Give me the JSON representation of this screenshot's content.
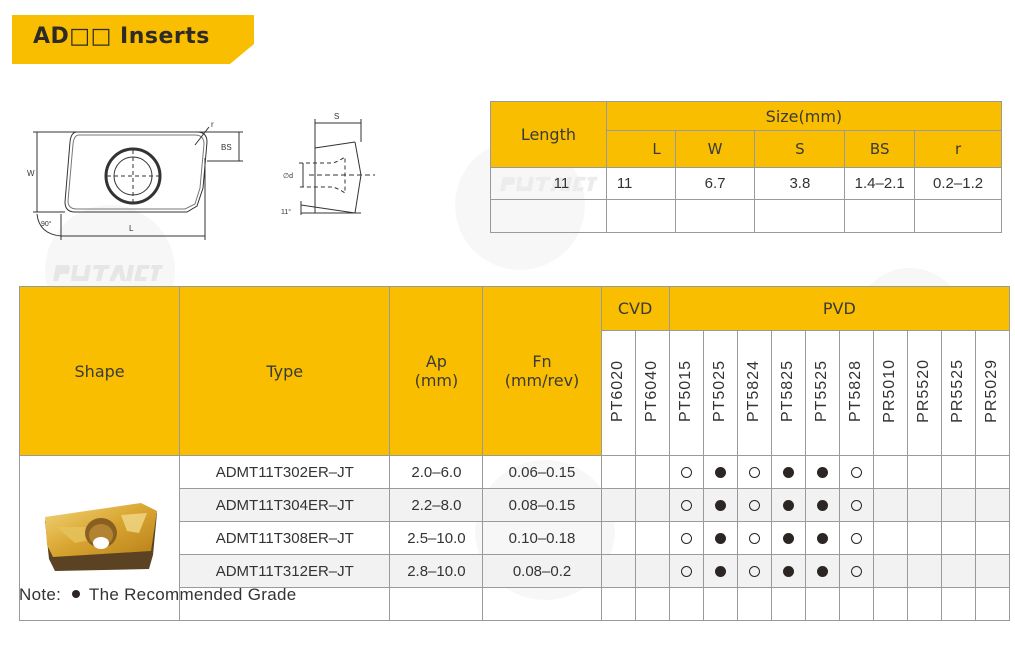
{
  "title": "AD□□ Inserts",
  "brand": {
    "accent": "#f9be00",
    "watermark": "PUTAICT"
  },
  "drawing_labels": {
    "top_view": {
      "W": "W",
      "L": "L",
      "BS": "BS",
      "r": "r",
      "angle": "90°"
    },
    "side_view": {
      "S": "S",
      "d": "∅d",
      "angle": "11°"
    }
  },
  "size_table": {
    "length_header": "Length",
    "size_header": "Size(mm)",
    "columns": [
      "L",
      "W",
      "S",
      "BS",
      "r"
    ],
    "rows": [
      {
        "length": "11",
        "values": [
          "11",
          "6.7",
          "3.8",
          "1.4–2.1",
          "0.2–1.2"
        ]
      }
    ]
  },
  "main_table": {
    "headers": {
      "shape": "Shape",
      "type": "Type",
      "ap": "Ap",
      "ap_unit": "(mm)",
      "fn": "Fn",
      "fn_unit": "(mm/rev)",
      "cvd": "CVD",
      "pvd": "PVD"
    },
    "cvd_grades": [
      "PT6020",
      "PT6040"
    ],
    "pvd_grades": [
      "PT5015",
      "PT5025",
      "PT5824",
      "PT5825",
      "PT5525",
      "PT5828",
      "PR5010",
      "PR5520",
      "PR5525",
      "PR5029"
    ],
    "rows": [
      {
        "type": "ADMT11T302ER–JT",
        "ap": "2.0–6.0",
        "fn": "0.06–0.15",
        "grades": [
          "",
          "",
          "open",
          "filled",
          "open",
          "filled",
          "filled",
          "open",
          "",
          "",
          "",
          ""
        ]
      },
      {
        "type": "ADMT11T304ER–JT",
        "ap": "2.2–8.0",
        "fn": "0.08–0.15",
        "grades": [
          "",
          "",
          "open",
          "filled",
          "open",
          "filled",
          "filled",
          "open",
          "",
          "",
          "",
          ""
        ]
      },
      {
        "type": "ADMT11T308ER–JT",
        "ap": "2.5–10.0",
        "fn": "0.10–0.18",
        "grades": [
          "",
          "",
          "open",
          "filled",
          "open",
          "filled",
          "filled",
          "open",
          "",
          "",
          "",
          ""
        ]
      },
      {
        "type": "ADMT11T312ER–JT",
        "ap": "2.8–10.0",
        "fn": "0.08–0.2",
        "grades": [
          "",
          "",
          "open",
          "filled",
          "open",
          "filled",
          "filled",
          "open",
          "",
          "",
          "",
          ""
        ]
      }
    ]
  },
  "note": {
    "prefix": "Note:",
    "text": "The Recommended Grade"
  }
}
